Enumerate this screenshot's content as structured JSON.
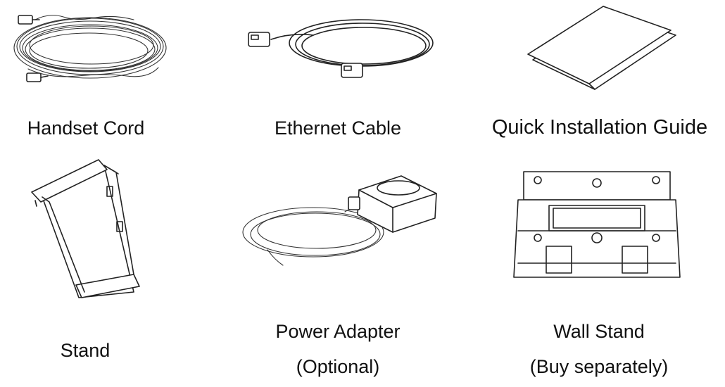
{
  "items": [
    {
      "label": "Handset Cord",
      "icon": "handset-cord-icon"
    },
    {
      "label": "Ethernet Cable",
      "icon": "ethernet-cable-icon"
    },
    {
      "label": "Quick Installation Guide",
      "icon": "quick-installation-guide-icon"
    },
    {
      "label": "Stand",
      "icon": "stand-icon"
    },
    {
      "label": "Power Adapter",
      "sublabel": "(Optional)",
      "icon": "power-adapter-icon"
    },
    {
      "label": "Wall Stand",
      "sublabel": "(Buy separately)",
      "icon": "wall-stand-icon"
    }
  ]
}
